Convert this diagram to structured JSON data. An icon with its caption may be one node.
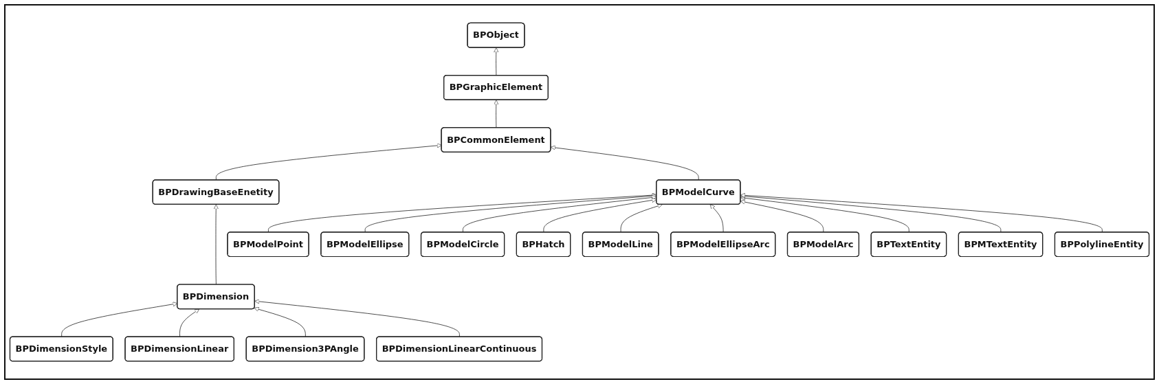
{
  "diagram": {
    "nodes": [
      {
        "text": [
          "BPObject"
        ]
      },
      {
        "text": [
          "BPGraphicElement"
        ]
      },
      {
        "text": [
          "BPCommonElement"
        ]
      },
      {
        "text": [
          "BPDrawingBaseEnetity"
        ]
      },
      {
        "text": [
          "BPModelCurve"
        ]
      },
      {
        "text": [
          "BPDimension"
        ]
      },
      {
        "text": [
          "BPDimensionStyle"
        ]
      },
      {
        "text": [
          "BPDimensionLinear"
        ]
      },
      {
        "text": [
          "BPModelPoint"
        ]
      },
      {
        "text": [
          "BPModelEllipse"
        ]
      },
      {
        "text": [
          "BPModelCircle"
        ]
      },
      {
        "text": [
          "BPHatch"
        ]
      },
      {
        "text": [
          "BPModelLine"
        ]
      },
      {
        "text": [
          "BPDimension3PAngle"
        ]
      },
      {
        "text": [
          "BPDimensionLinearContinuous"
        ]
      },
      {
        "text": [
          "BPModelEllipseArc"
        ]
      },
      {
        "text": [
          "BPModelArc"
        ]
      },
      {
        "text": [
          "BPTextEntity"
        ]
      },
      {
        "text": [
          "BPMTextEntity"
        ]
      },
      {
        "text": [
          "BPPolylineEntity"
        ]
      }
    ],
    "edges": [
      {
        "from": 1,
        "to": 0,
        "arrow": "to"
      },
      {
        "from": 2,
        "to": 1,
        "arrow": "to"
      },
      {
        "from": 3,
        "to": 2,
        "arrow": "to"
      },
      {
        "from": 4,
        "to": 2,
        "arrow": "to"
      },
      {
        "from": 5,
        "to": 3,
        "arrow": "to"
      },
      {
        "from": 6,
        "to": 5,
        "arrow": "to"
      },
      {
        "from": 7,
        "to": 5,
        "arrow": "to"
      },
      {
        "from": 8,
        "to": 4,
        "arrow": "to"
      },
      {
        "from": 9,
        "to": 4,
        "arrow": "to"
      },
      {
        "from": 10,
        "to": 4,
        "arrow": "to"
      },
      {
        "from": 11,
        "to": 4,
        "arrow": "to"
      },
      {
        "from": 12,
        "to": 4,
        "arrow": "to"
      },
      {
        "from": 13,
        "to": 5,
        "arrow": "to"
      },
      {
        "from": 14,
        "to": 5,
        "arrow": "to"
      },
      {
        "from": 15,
        "to": 4,
        "arrow": "to"
      },
      {
        "from": 16,
        "to": 4,
        "arrow": "to"
      },
      {
        "from": 17,
        "to": 4,
        "arrow": "to"
      },
      {
        "from": 18,
        "to": 4,
        "arrow": "to"
      },
      {
        "from": 19,
        "to": 4,
        "arrow": "to"
      }
    ]
  }
}
